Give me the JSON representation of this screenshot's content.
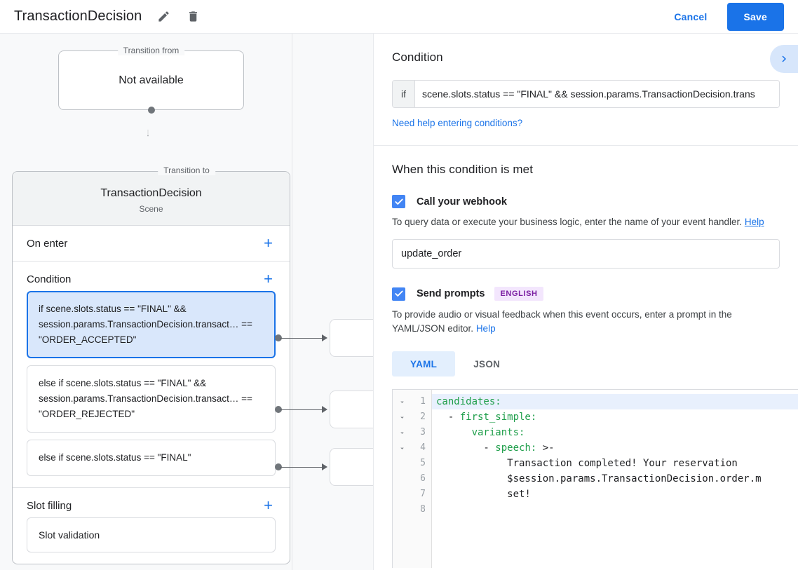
{
  "header": {
    "title": "TransactionDecision",
    "edit_icon": "pencil-icon",
    "delete_icon": "trash-icon",
    "cancel_label": "Cancel",
    "save_label": "Save",
    "save_bg": "#1a73e8",
    "link_color": "#1a73e8"
  },
  "canvas": {
    "transition_from": {
      "legend": "Transition from",
      "value": "Not available"
    },
    "transition_to": {
      "legend": "Transition to",
      "title": "TransactionDecision",
      "subtitle": "Scene"
    },
    "sections": [
      {
        "title": "On enter",
        "add_label": "+"
      },
      {
        "title": "Condition",
        "add_label": "+"
      },
      {
        "title": "Slot filling",
        "add_label": "+"
      }
    ],
    "conditions": [
      {
        "text": "if scene.slots.status == \"FINAL\" && session.params.TransactionDecision.transact… == \"ORDER_ACCEPTED\"",
        "selected": true
      },
      {
        "text": "else if scene.slots.status == \"FINAL\" && session.params.TransactionDecision.transact… == \"ORDER_REJECTED\"",
        "selected": false
      },
      {
        "text": "else if scene.slots.status == \"FINAL\"",
        "selected": false
      }
    ],
    "slot_filling_items": [
      "Slot validation"
    ]
  },
  "right_panel": {
    "condition_heading": "Condition",
    "collapse_icon": "chevron-right-icon",
    "if_label": "if",
    "if_value": "scene.slots.status == \"FINAL\" && session.params.TransactionDecision.trans",
    "need_help_link": "Need help entering conditions?",
    "met_heading": "When this condition is met",
    "webhook": {
      "label": "Call your webhook",
      "checked": true,
      "description": "To query data or execute your business logic, enter the name of your event handler.",
      "help_label": "Help",
      "handler_value": "update_order",
      "handler_placeholder": ""
    },
    "prompts": {
      "label": "Send prompts",
      "checked": true,
      "badge": "ENGLISH",
      "badge_bg": "#f3e6fd",
      "badge_color": "#7b1fa2",
      "description": "To provide audio or visual feedback when this event occurs, enter a prompt in the YAML/JSON editor.",
      "help_label": "Help",
      "tabs": [
        {
          "label": "YAML",
          "active": true
        },
        {
          "label": "JSON",
          "active": false
        }
      ]
    },
    "editor": {
      "line_numbers": [
        "1",
        "2",
        "3",
        "4",
        "5",
        "6",
        "7",
        "8"
      ],
      "fold_rows": [
        1,
        2,
        3,
        4
      ],
      "lines": [
        {
          "text": "candidates:",
          "keyword": "candidates:",
          "indent": 0,
          "highlight": true
        },
        {
          "text": "  - first_simple:",
          "keyword": "first_simple:",
          "indent": 0,
          "highlight": false
        },
        {
          "text": "      variants:",
          "keyword": "variants:",
          "indent": 0,
          "highlight": false
        },
        {
          "text": "        - speech: >-",
          "keyword": "speech:",
          "indent": 0,
          "highlight": false
        },
        {
          "text": "            Transaction completed! Your reservation",
          "keyword": "",
          "indent": 0,
          "highlight": false
        },
        {
          "text": "            $session.params.TransactionDecision.order.m",
          "keyword": "",
          "indent": 0,
          "highlight": false
        },
        {
          "text": "            set!",
          "keyword": "",
          "indent": 0,
          "highlight": false
        },
        {
          "text": "",
          "keyword": "",
          "indent": 0,
          "highlight": false
        }
      ],
      "keyword_color": "#1e9e4a",
      "highlight_bg": "#e8f0fd"
    }
  }
}
